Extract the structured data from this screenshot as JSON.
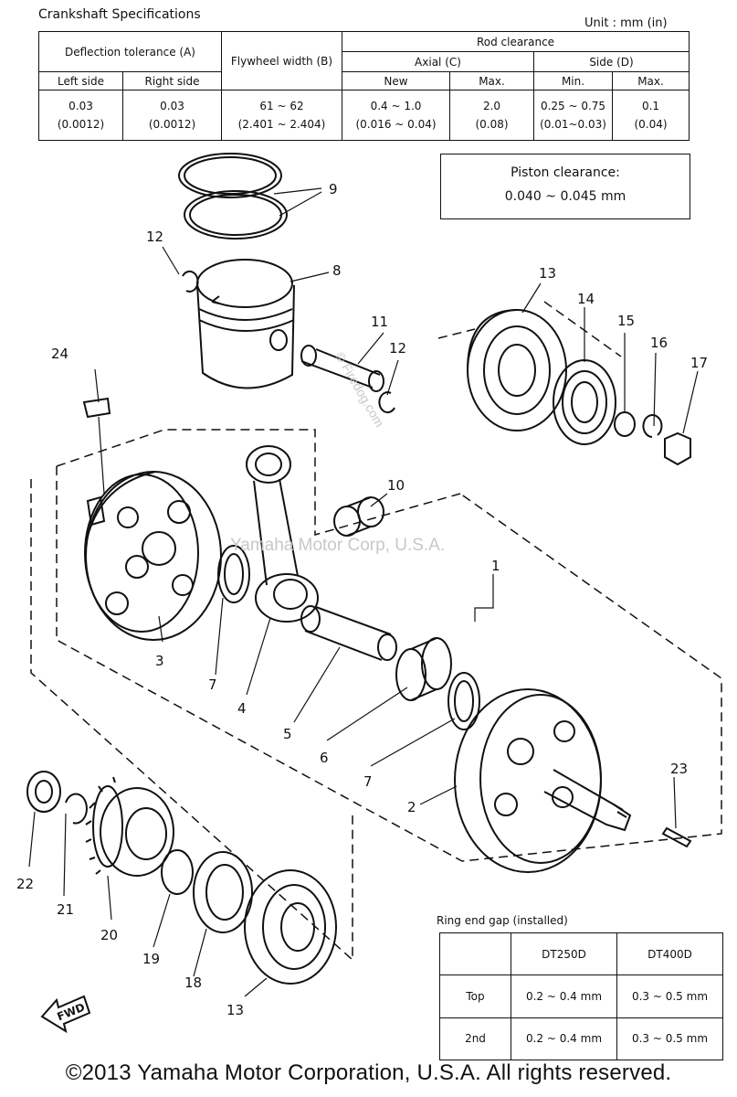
{
  "header": {
    "title": "Crankshaft Specifications",
    "unit": "Unit : mm (in)"
  },
  "spec_table": {
    "deflection_tolerance": "Deflection tolerance (A)",
    "flywheel_width": "Flywheel width (B)",
    "rod_clearance": "Rod clearance",
    "axial": "Axial (C)",
    "side": "Side (D)",
    "left_side": "Left side",
    "right_side": "Right side",
    "new": "New",
    "max": "Max.",
    "min": "Min.",
    "side_max": "Max.",
    "values": {
      "left_mm": "0.03",
      "left_in": "(0.0012)",
      "right_mm": "0.03",
      "right_in": "(0.0012)",
      "flywheel_mm": "61 ~ 62",
      "flywheel_in": "(2.401 ~ 2.404)",
      "axial_new_mm": "0.4 ~ 1.0",
      "axial_new_in": "(0.016 ~ 0.04)",
      "axial_max_mm": "2.0",
      "axial_max_in": "(0.08)",
      "side_min_mm": "0.25 ~ 0.75",
      "side_min_in": "(0.01~0.03)",
      "side_max_mm": "0.1",
      "side_max_in": "(0.04)"
    }
  },
  "piston_clearance": {
    "label": "Piston clearance:",
    "value": "0.040 ~ 0.045 mm"
  },
  "ring_gap": {
    "title": "Ring end gap (installed)",
    "col1": "DT250D",
    "col2": "DT400D",
    "rows": [
      {
        "label": "Top",
        "v1": "0.2 ~ 0.4 mm",
        "v2": "0.3 ~ 0.5 mm"
      },
      {
        "label": "2nd",
        "v1": "0.2 ~ 0.4 mm",
        "v2": "0.3 ~ 0.5 mm"
      }
    ]
  },
  "callouts": {
    "n1": "1",
    "n2": "2",
    "n3": "3",
    "n4": "4",
    "n5": "5",
    "n6": "6",
    "n7a": "7",
    "n7b": "7",
    "n8": "8",
    "n9": "9",
    "n10": "10",
    "n11": "11",
    "n12a": "12",
    "n12b": "12",
    "n13a": "13",
    "n13b": "13",
    "n14": "14",
    "n15": "15",
    "n16": "16",
    "n17": "17",
    "n18": "18",
    "n19": "19",
    "n20": "20",
    "n21": "21",
    "n22": "22",
    "n23": "23",
    "n24": "24"
  },
  "fwd": "FWD",
  "watermark": "Yamaha Motor Corp, U.S.A.",
  "watermark_fd": "© Firedog.com",
  "footer": "©2013 Yamaha Motor Corporation, U.S.A. All rights reserved."
}
